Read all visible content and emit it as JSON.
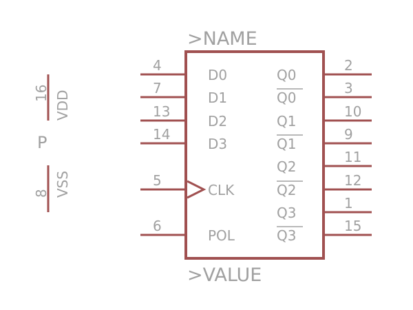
{
  "symbol": {
    "name_label": ">NAME",
    "value_label": ">VALUE",
    "colors": {
      "wire": "#a05050",
      "text": "#a0a0a0",
      "background": "#ffffff"
    },
    "left_pins": [
      {
        "number": "4",
        "name": "D0"
      },
      {
        "number": "7",
        "name": "D1"
      },
      {
        "number": "13",
        "name": "D2"
      },
      {
        "number": "14",
        "name": "D3"
      },
      {
        "number": "5",
        "name": "CLK",
        "clock": true
      },
      {
        "number": "6",
        "name": "POL"
      }
    ],
    "right_pins": [
      {
        "number": "2",
        "name": "Q0",
        "inverted": false
      },
      {
        "number": "3",
        "name": "Q0",
        "inverted": true
      },
      {
        "number": "10",
        "name": "Q1",
        "inverted": false
      },
      {
        "number": "9",
        "name": "Q1",
        "inverted": true
      },
      {
        "number": "11",
        "name": "Q2",
        "inverted": false
      },
      {
        "number": "12",
        "name": "Q2",
        "inverted": true
      },
      {
        "number": "1",
        "name": "Q3",
        "inverted": false
      },
      {
        "number": "15",
        "name": "Q3",
        "inverted": true
      }
    ],
    "power": {
      "vdd_pin": "16",
      "vdd_label": "VDD",
      "part_label": "P",
      "vss_pin": "8",
      "vss_label": "VSS"
    }
  }
}
